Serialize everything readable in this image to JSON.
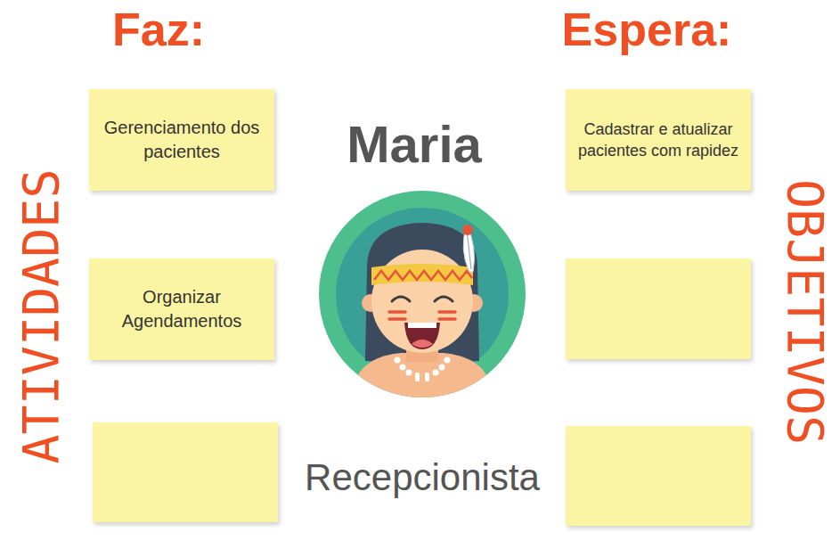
{
  "diagram": {
    "nodes": [
      {
        "text": [
          "Gerenciamento dos pacientes"
        ]
      },
      {
        "text": [
          "Cadastrar e atualizar pacientes com rapidez"
        ]
      },
      {
        "text": [
          "Organizar Agendamentos"
        ]
      }
    ],
    "labels": [
      "Faz:",
      "Espera:",
      "Maria",
      "ATIVIDADES",
      "OBJETIVOS",
      "Recepcionista"
    ]
  }
}
